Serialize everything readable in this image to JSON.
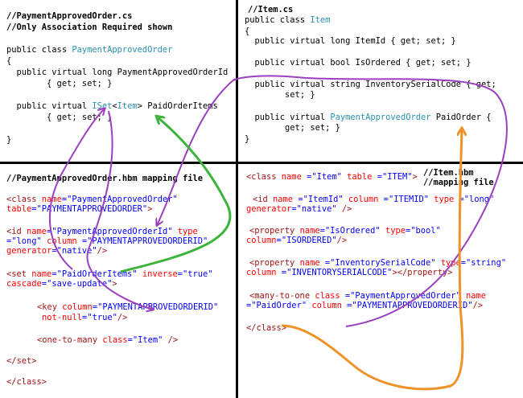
{
  "q1": {
    "comment1": "//PaymentApprovedOrder.cs",
    "comment2": "//Only Association Required shown",
    "class_kw": "public class ",
    "class_name": "PaymentApprovedOrder",
    "open": "{",
    "prop1_kw": "  public virtual long ",
    "prop1_name": "PaymentApprovedOrderId",
    "prop1_acc": "        { get; set; }",
    "prop2_kw": "  public virtual ",
    "prop2_type1": "ISet",
    "prop2_lt": "<",
    "prop2_type2": "Item",
    "prop2_gt": "> ",
    "prop2_name": "PaidOrderItems",
    "prop2_acc": "        { get; set; }",
    "close": "}"
  },
  "q2": {
    "comment": "//Item.cs",
    "class_kw": "public class ",
    "class_name": "Item",
    "open": "{",
    "p1": "  public virtual long ItemId { get; set; }",
    "p2": "  public virtual bool IsOrdered { get; set; }",
    "p3a": "  public virtual string InventorySerialCode { get;",
    "p3b": "        set; }",
    "p4_kw": "  public virtual ",
    "p4_type": "PaymentApprovedOrder",
    "p4_name": " PaidOrder {",
    "p4b": "        get; set; }",
    "close": "}"
  },
  "q3": {
    "comment": "//PaymentApprovedOrder.hbm mapping file",
    "l1_tag": "<class ",
    "l1_attr": "name",
    "l1_eq": "=",
    "l1_val": "\"PaymentApprovedOrder\"",
    "l2_attr": "table",
    "l2_val": "\"PAYMENTAPPROVEDORDER\"",
    "l2_end": ">",
    "l3_tag": "<id ",
    "l3_attr": "name",
    "l3_val": "\"PaymentApprovedOrderId\"",
    "l3_attr2": " type",
    "l4_val": "\"long\"",
    "l4_attr": " column",
    "l4_val2": "\"PAYMENTAPPROVEDORDERID\"",
    "l5_attr": "generator",
    "l5_val": "\"native\"",
    "l5_end": "/>",
    "l6_tag": "<set ",
    "l6_attr": "name",
    "l6_val": "\"PaidOrderItems\"",
    "l6_attr2": " inverse",
    "l6_val2": "\"true\"",
    "l7_attr": "cascade",
    "l7_val": "\"save-update\"",
    "l7_end": ">",
    "l8_tag": "<key ",
    "l8_attr": "column",
    "l8_val": "\"PAYMENTAPPROVEDORDERID\"",
    "l9_attr": "not-null",
    "l9_val": "\"true\"",
    "l9_end": "/>",
    "l10_tag": "<one-to-many ",
    "l10_attr": "class",
    "l10_val": "\"Item\"",
    "l10_end": " />",
    "l11": "</set>",
    "l12": "</class>"
  },
  "q4": {
    "comment1": "//Item.hbm",
    "comment2": "//mapping file",
    "l1_tag": "<class ",
    "l1_attr": "name",
    "l1_val": "\"Item\"",
    "l1_attr2": " table",
    "l1_val2": "\"ITEM\"",
    "l1_end": ">",
    "l2_tag": "<id ",
    "l2_attr": "name",
    "l2_val": "\"ItemId\"",
    "l2_attr2": " column",
    "l2_val2": "\"ITEMID\"",
    "l2_attr3": " type",
    "l2_val3": "\"long\"",
    "l3_attr": "generator",
    "l3_val": "\"native\"",
    "l3_end": " />",
    "l4_tag": "<property ",
    "l4_attr": "name",
    "l4_val": "\"IsOrdered\"",
    "l4_attr2": " type",
    "l4_val2": "\"bool\"",
    "l5_attr": "column",
    "l5_val": "\"ISORDERED\"",
    "l5_end": "/>",
    "l6_tag": "<property ",
    "l6_attr": "name",
    "l6_val": "\"InventorySerialCode\"",
    "l6_attr2": " type",
    "l6_val2": "\"string\"",
    "l7_attr": "column",
    "l7_val": "\"INVENTORYSERIALCODE\"",
    "l7_end": "></property>",
    "l8_tag": "<many-to-one ",
    "l8_attr": "class",
    "l8_val": "\"PaymentApprovedOrder\"",
    "l8_attr2": " name",
    "l9_val": "\"PaidOrder\"",
    "l9_attr": " column",
    "l9_val2": "\"PAYMENTAPPROVEDORDERID\"",
    "l9_end": "/>",
    "l10": "</class>"
  },
  "colors": {
    "purple_arrow": "#9b3fc0",
    "green_arrow": "#3cb43c",
    "orange_arrow": "#f0922a"
  }
}
